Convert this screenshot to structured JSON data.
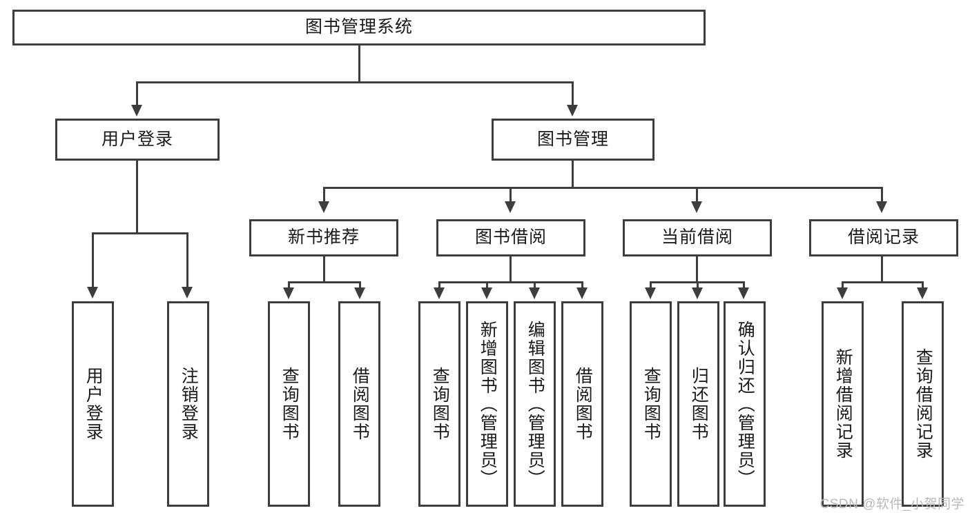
{
  "diagram": {
    "title": "图书管理系统",
    "watermark": "CSDN @软件_小贺同学",
    "root": {
      "label": "图书管理系统"
    },
    "level1": [
      {
        "id": "user-login",
        "label": "用户登录"
      },
      {
        "id": "book-management",
        "label": "图书管理"
      }
    ],
    "level2": [
      {
        "id": "new-book-recommend",
        "label": "新书推荐"
      },
      {
        "id": "book-borrow",
        "label": "图书借阅"
      },
      {
        "id": "current-borrow",
        "label": "当前借阅"
      },
      {
        "id": "borrow-record",
        "label": "借阅记录"
      }
    ],
    "leaves": {
      "user_login": [
        {
          "id": "leaf-user-login",
          "label": "用户登录"
        },
        {
          "id": "leaf-logout-login",
          "label": "注销登录"
        }
      ],
      "new_book_recommend": [
        {
          "id": "leaf-query-book-1",
          "label": "查询图书"
        },
        {
          "id": "leaf-borrow-book-1",
          "label": "借阅图书"
        }
      ],
      "book_borrow": [
        {
          "id": "leaf-query-book-2",
          "label": "查询图书"
        },
        {
          "id": "leaf-add-book",
          "label": "新增图书（管理员）"
        },
        {
          "id": "leaf-edit-book",
          "label": "编辑图书（管理员）"
        },
        {
          "id": "leaf-borrow-book-2",
          "label": "借阅图书"
        }
      ],
      "current_borrow": [
        {
          "id": "leaf-query-book-3",
          "label": "查询图书"
        },
        {
          "id": "leaf-return-book",
          "label": "归还图书"
        },
        {
          "id": "leaf-confirm-return",
          "label": "确认归还（管理员）"
        }
      ],
      "borrow_record": [
        {
          "id": "leaf-add-record",
          "label": "新增借阅记录"
        },
        {
          "id": "leaf-query-record",
          "label": "查询借阅记录"
        }
      ]
    },
    "colors": {
      "stroke": "#3d3d3d",
      "text": "#1a1a1a",
      "background": "#ffffff",
      "watermark": "#b9b9b9"
    }
  }
}
